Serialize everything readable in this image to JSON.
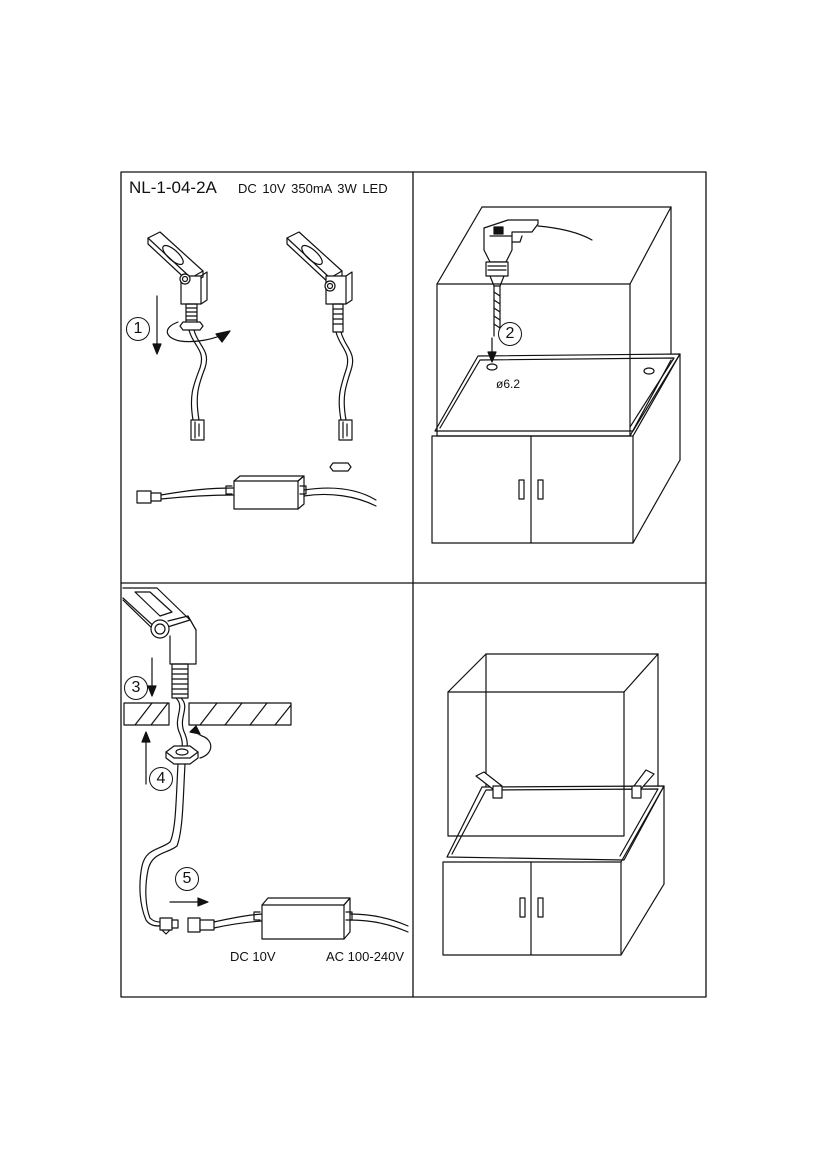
{
  "header": {
    "model": "NL-1-04-2A",
    "spec": "DC 10V  350mA  3W  LED"
  },
  "steps": [
    "1",
    "2",
    "3",
    "4",
    "5"
  ],
  "labels": {
    "drill_diameter": "ø6.2",
    "dc_output": "DC 10V",
    "ac_input": "AC 100-240V"
  },
  "colors": {
    "line": "#111111",
    "background": "#ffffff"
  }
}
